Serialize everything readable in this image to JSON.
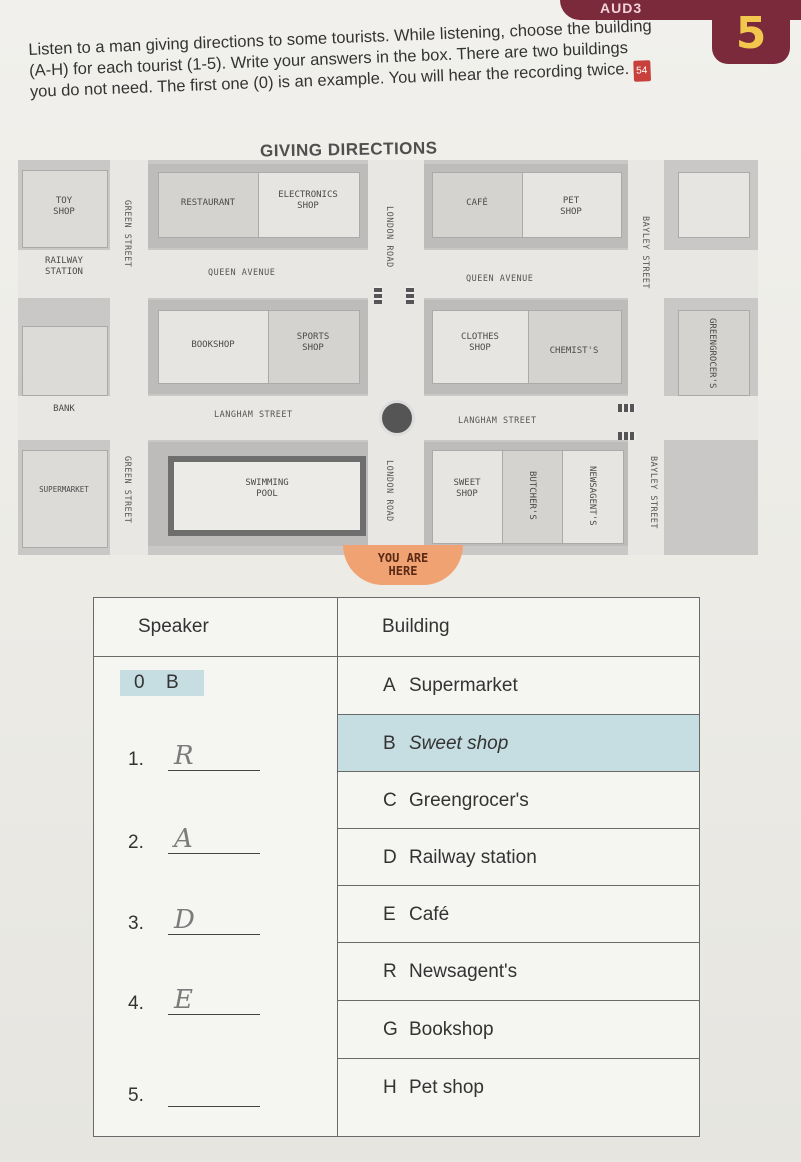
{
  "header": {
    "band_text": "AUD3",
    "unit_number": "5"
  },
  "instructions": {
    "line1": "Listen to a man giving directions to some tourists. While listening, choose the building",
    "line2": "(A-H) for each tourist (1-5). Write your answers in the box. There are two buildings",
    "line3": "you do not need. The first one (0) is an example. You will hear the recording twice.",
    "audio_track": "54"
  },
  "map": {
    "title": "GIVING DIRECTIONS",
    "streets": {
      "queen_avenue_left": "QUEEN AVENUE",
      "queen_avenue_right": "QUEEN AVENUE",
      "langham_left": "LANGHAM STREET",
      "langham_right": "LANGHAM STREET",
      "london_road_top": "LONDON ROAD",
      "london_road_bottom": "LONDON ROAD",
      "green_street_top": "GREEN STREET",
      "green_street_bottom": "GREEN STREET",
      "bayley_street_top": "BAYLEY STREET",
      "bayley_street_bottom": "BAYLEY STREET"
    },
    "buildings": {
      "toy_shop": "TOY\nSHOP",
      "railway_station": "RAILWAY\nSTATION",
      "restaurant": "RESTAURANT",
      "electronics_shop": "ELECTRONICS\nSHOP",
      "cafe": "CAFÉ",
      "pet_shop": "PET\nSHOP",
      "bookshop": "BOOKSHOP",
      "sports_shop": "SPORTS\nSHOP",
      "clothes_shop": "CLOTHES\nSHOP",
      "chemists": "CHEMIST'S",
      "greengrocers": "GREENGROCER'S",
      "bank": "BANK",
      "swimming_pool": "SWIMMING\nPOOL",
      "sweet_shop": "SWEET\nSHOP",
      "butchers": "BUTCHER'S",
      "newsagents": "NEWSAGENT'S",
      "supermarket": "SUPERMARKET"
    },
    "you_are_here_1": "YOU ARE",
    "you_are_here_2": "HERE"
  },
  "table": {
    "col_speaker": "Speaker",
    "col_building": "Building",
    "example": {
      "num": "0",
      "answer": "B"
    },
    "speakers": [
      {
        "num": "1.",
        "answer": "R"
      },
      {
        "num": "2.",
        "answer": "A"
      },
      {
        "num": "3.",
        "answer": "D"
      },
      {
        "num": "4.",
        "answer": "E"
      },
      {
        "num": "5.",
        "answer": ""
      }
    ],
    "buildings": [
      {
        "letter": "A",
        "name": "Supermarket"
      },
      {
        "letter": "B",
        "name": "Sweet shop"
      },
      {
        "letter": "C",
        "name": "Greengrocer's"
      },
      {
        "letter": "D",
        "name": "Railway station"
      },
      {
        "letter": "E",
        "name": "Café"
      },
      {
        "letter": "R",
        "name": "Newsagent's"
      },
      {
        "letter": "G",
        "name": "Bookshop"
      },
      {
        "letter": "H",
        "name": "Pet shop"
      }
    ]
  }
}
